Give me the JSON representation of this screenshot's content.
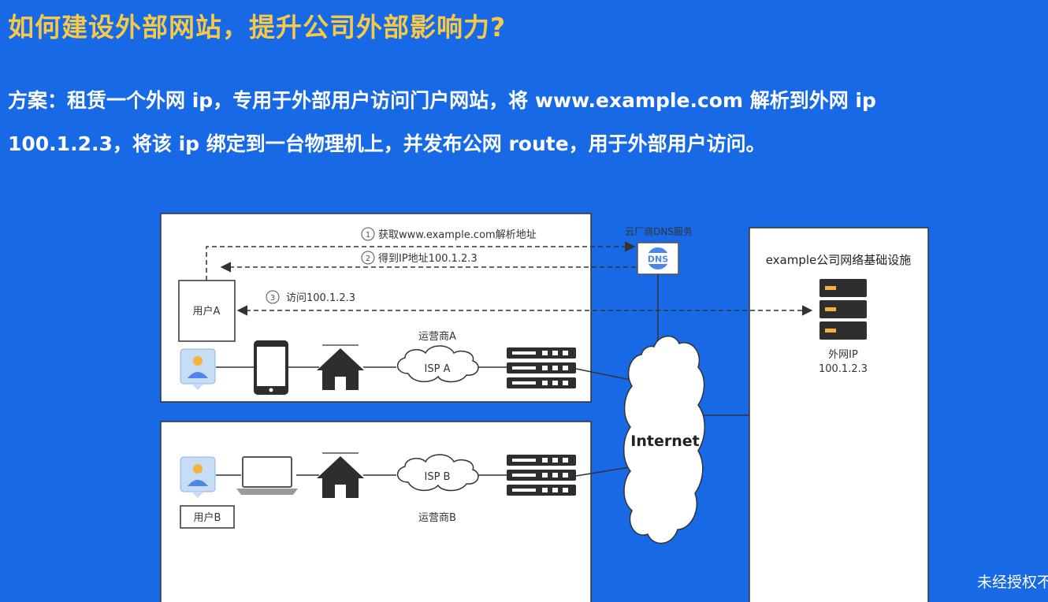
{
  "header": {
    "title": "如何建设外部网站，提升公司外部影响力?",
    "desc_line1": "方案：租赁一个外网 ip，专用于外部用户访问门户网站，将 www.example.com 解析到外网 ip",
    "desc_line2": "100.1.2.3，将该 ip 绑定到一台物理机上，并发布公网 route，用于外部用户访问。"
  },
  "diagram": {
    "steps": [
      {
        "num": "1",
        "label": "获取www.example.com解析地址"
      },
      {
        "num": "2",
        "label": "得到IP地址100.1.2.3"
      },
      {
        "num": "3",
        "label": "访问100.1.2.3"
      }
    ],
    "dns_label": "云厂商DNS服务",
    "dns_icon_text": "DNS",
    "user_a": "用户A",
    "user_b": "用户B",
    "isp_a": "ISP A",
    "isp_b": "ISP B",
    "carrier_a": "运营商A",
    "carrier_b": "运营商B",
    "internet": "Internet",
    "infra_title": "example公司网络基础设施",
    "server_label": "外网IP",
    "server_ip": "100.1.2.3",
    "colors": {
      "background": "#1769e6",
      "title": "#f7c948",
      "panel": "#ffffff",
      "icon": "#2e2e2e"
    }
  },
  "watermark": "未经授权不"
}
